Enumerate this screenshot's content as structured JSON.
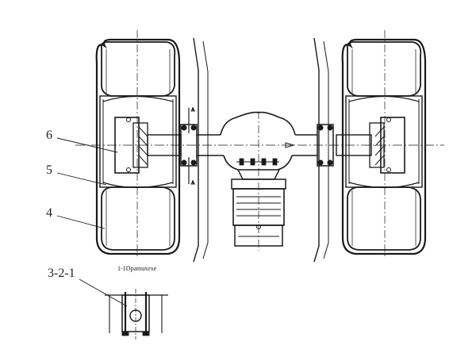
{
  "diagram": {
    "callouts": [
      "6",
      "5",
      "4"
    ],
    "detail_label": "3-2-1",
    "section_caption": "1-1Dpamuxexe",
    "section_marks": [
      "A",
      "A"
    ],
    "colors": {
      "ink": "#1a1a1a",
      "ink_light": "#555555",
      "paper": "#ffffff"
    }
  }
}
